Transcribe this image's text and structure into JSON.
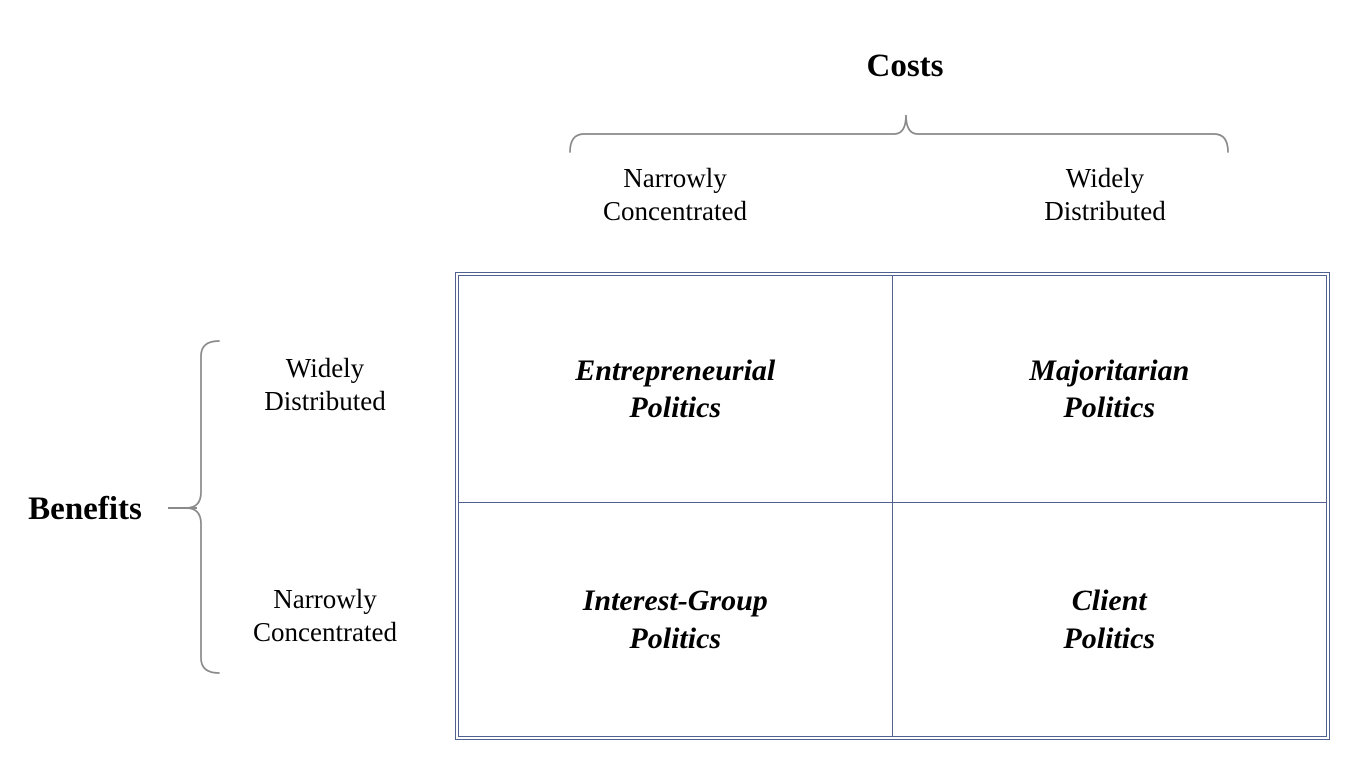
{
  "diagram": {
    "top_axis": {
      "title": "Costs",
      "columns": [
        "Narrowly\nConcentrated",
        "Widely\nDistributed"
      ]
    },
    "left_axis": {
      "title": "Benefits",
      "rows": [
        "Widely\nDistributed",
        "Narrowly\nConcentrated"
      ]
    },
    "matrix": {
      "cells": [
        [
          "Entrepreneurial\nPolitics",
          "Majoritarian\nPolitics"
        ],
        [
          "Interest-Group\nPolitics",
          "Client\nPolitics"
        ]
      ]
    },
    "colors": {
      "table_border": "#51618f",
      "brace": "#8a8a8a",
      "text": "#000000",
      "background": "#ffffff"
    }
  }
}
